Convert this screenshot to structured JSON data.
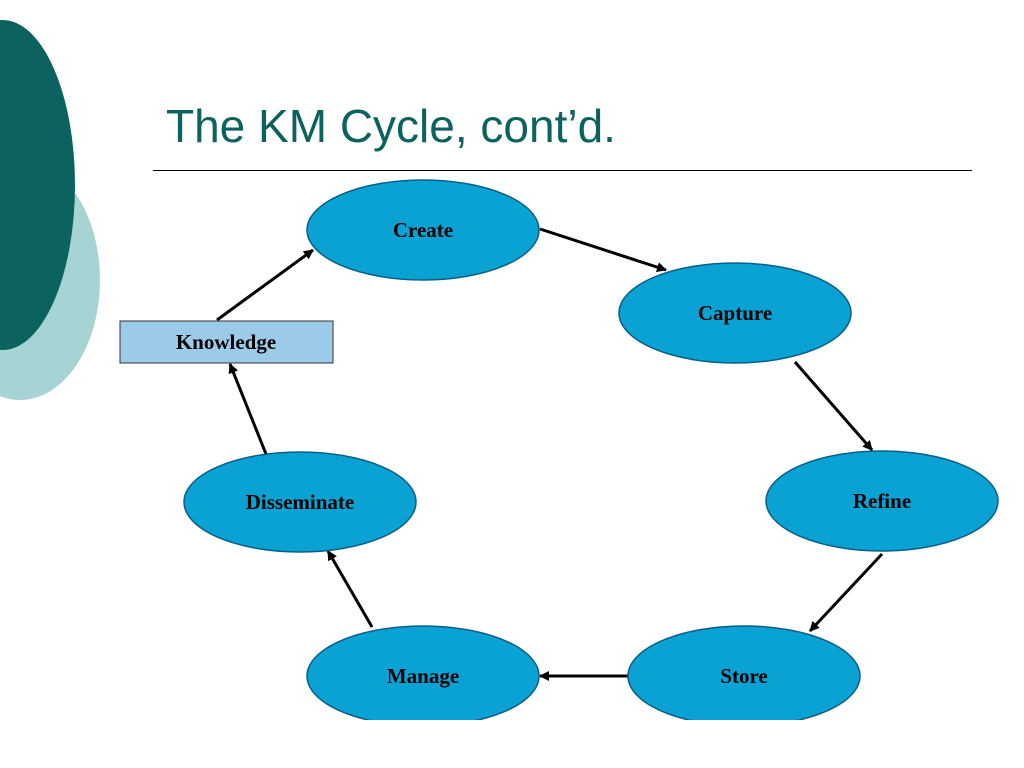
{
  "slide": {
    "title": "The KM Cycle, cont’d."
  },
  "diagram": {
    "colors": {
      "node_fill": "#0aa1d3",
      "node_stroke": "#0a5f86",
      "knowledge_fill": "#9ccbea",
      "arrow": "#000000",
      "title": "#0b625e",
      "deco_dark": "#0b625e",
      "deco_light": "#a6d3d4"
    },
    "nodes": [
      {
        "id": "create",
        "label": "Create"
      },
      {
        "id": "capture",
        "label": "Capture"
      },
      {
        "id": "refine",
        "label": "Refine"
      },
      {
        "id": "store",
        "label": "Store"
      },
      {
        "id": "manage",
        "label": "Manage"
      },
      {
        "id": "disseminate",
        "label": "Disseminate"
      },
      {
        "id": "knowledge",
        "label": "Knowledge",
        "shape": "box"
      }
    ],
    "edges": [
      {
        "from": "create",
        "to": "capture"
      },
      {
        "from": "capture",
        "to": "refine"
      },
      {
        "from": "refine",
        "to": "store"
      },
      {
        "from": "store",
        "to": "manage"
      },
      {
        "from": "manage",
        "to": "disseminate"
      },
      {
        "from": "disseminate",
        "to": "knowledge"
      },
      {
        "from": "knowledge",
        "to": "create"
      }
    ]
  }
}
